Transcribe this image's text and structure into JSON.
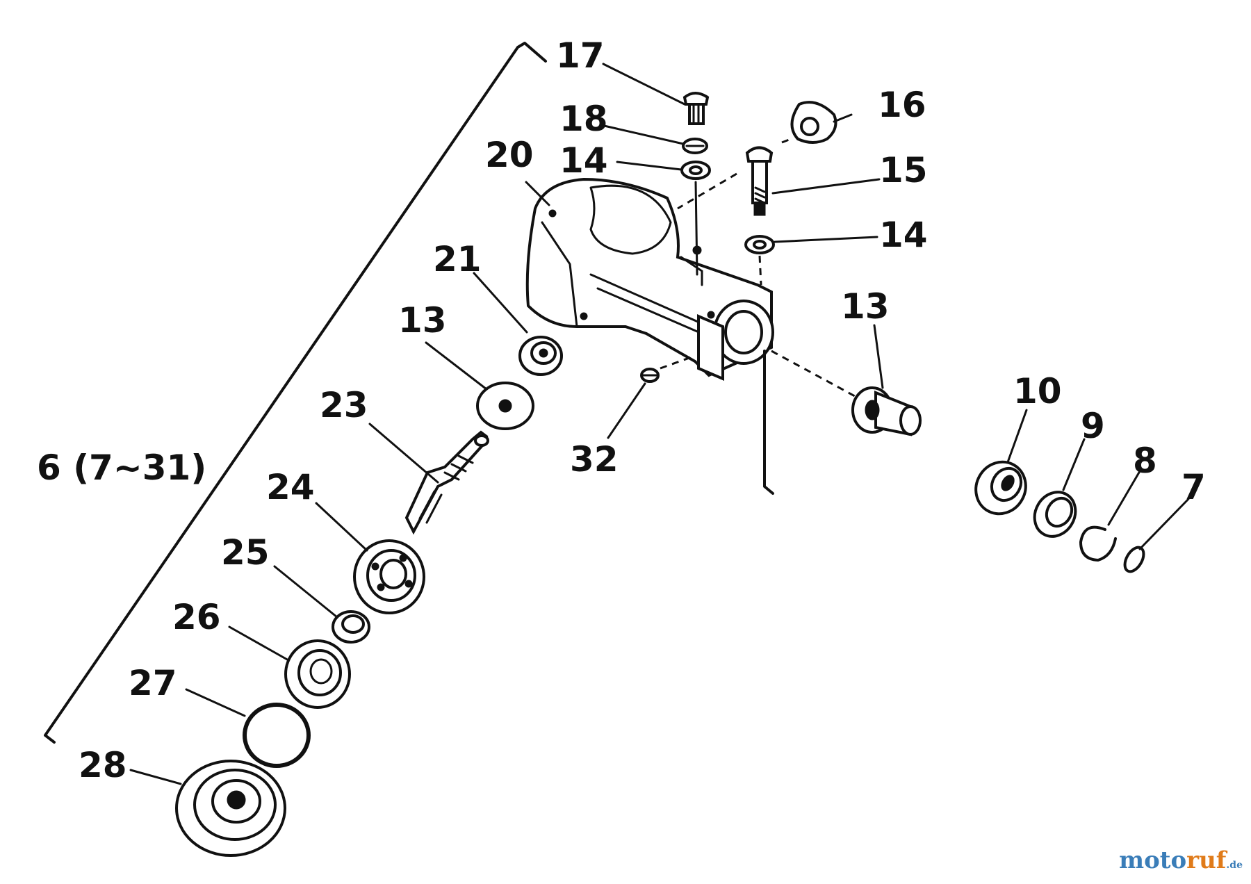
{
  "diagram": {
    "assembly_label": "6 (7~31)",
    "callouts": {
      "p17": "17",
      "p18": "18",
      "p14a": "14",
      "p16": "16",
      "p15": "15",
      "p14b": "14",
      "p20": "20",
      "p21": "21",
      "p13a": "13",
      "p13b": "13",
      "p23": "23",
      "p32": "32",
      "p10": "10",
      "p9": "9",
      "p8": "8",
      "p7": "7",
      "p24": "24",
      "p25": "25",
      "p26": "26",
      "p27": "27",
      "p28": "28"
    }
  },
  "watermark": {
    "main": "moto",
    "accent": "ruf",
    "tld": ".de"
  },
  "colors": {
    "line": "#111111",
    "background": "#ffffff",
    "watermark_blue": "#3a7db8",
    "watermark_orange": "#e07b1a"
  }
}
